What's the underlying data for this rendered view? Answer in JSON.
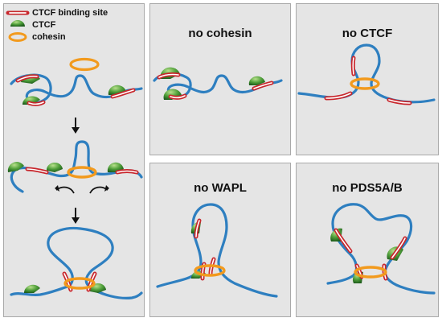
{
  "legend": {
    "items": [
      {
        "label": "CTCF binding site",
        "symbol": "ctcf-binding-site"
      },
      {
        "label": "CTCF",
        "symbol": "ctcf-protein"
      },
      {
        "label": "cohesin",
        "symbol": "cohesin-ring"
      }
    ]
  },
  "panels": {
    "no_cohesin": {
      "title": "no cohesin"
    },
    "no_ctcf": {
      "title": "no CTCF"
    },
    "no_wapl": {
      "title": "no WAPL"
    },
    "no_pds5": {
      "title": "no PDS5A/B"
    }
  },
  "colors": {
    "panel_bg": "#e5e5e5",
    "panel_border": "#a9a9a9",
    "dna": "#2e7fc0",
    "binding_site": "#c8272d",
    "ctcf_green": "#4f9f3a",
    "cohesin": "#f29a1d"
  }
}
